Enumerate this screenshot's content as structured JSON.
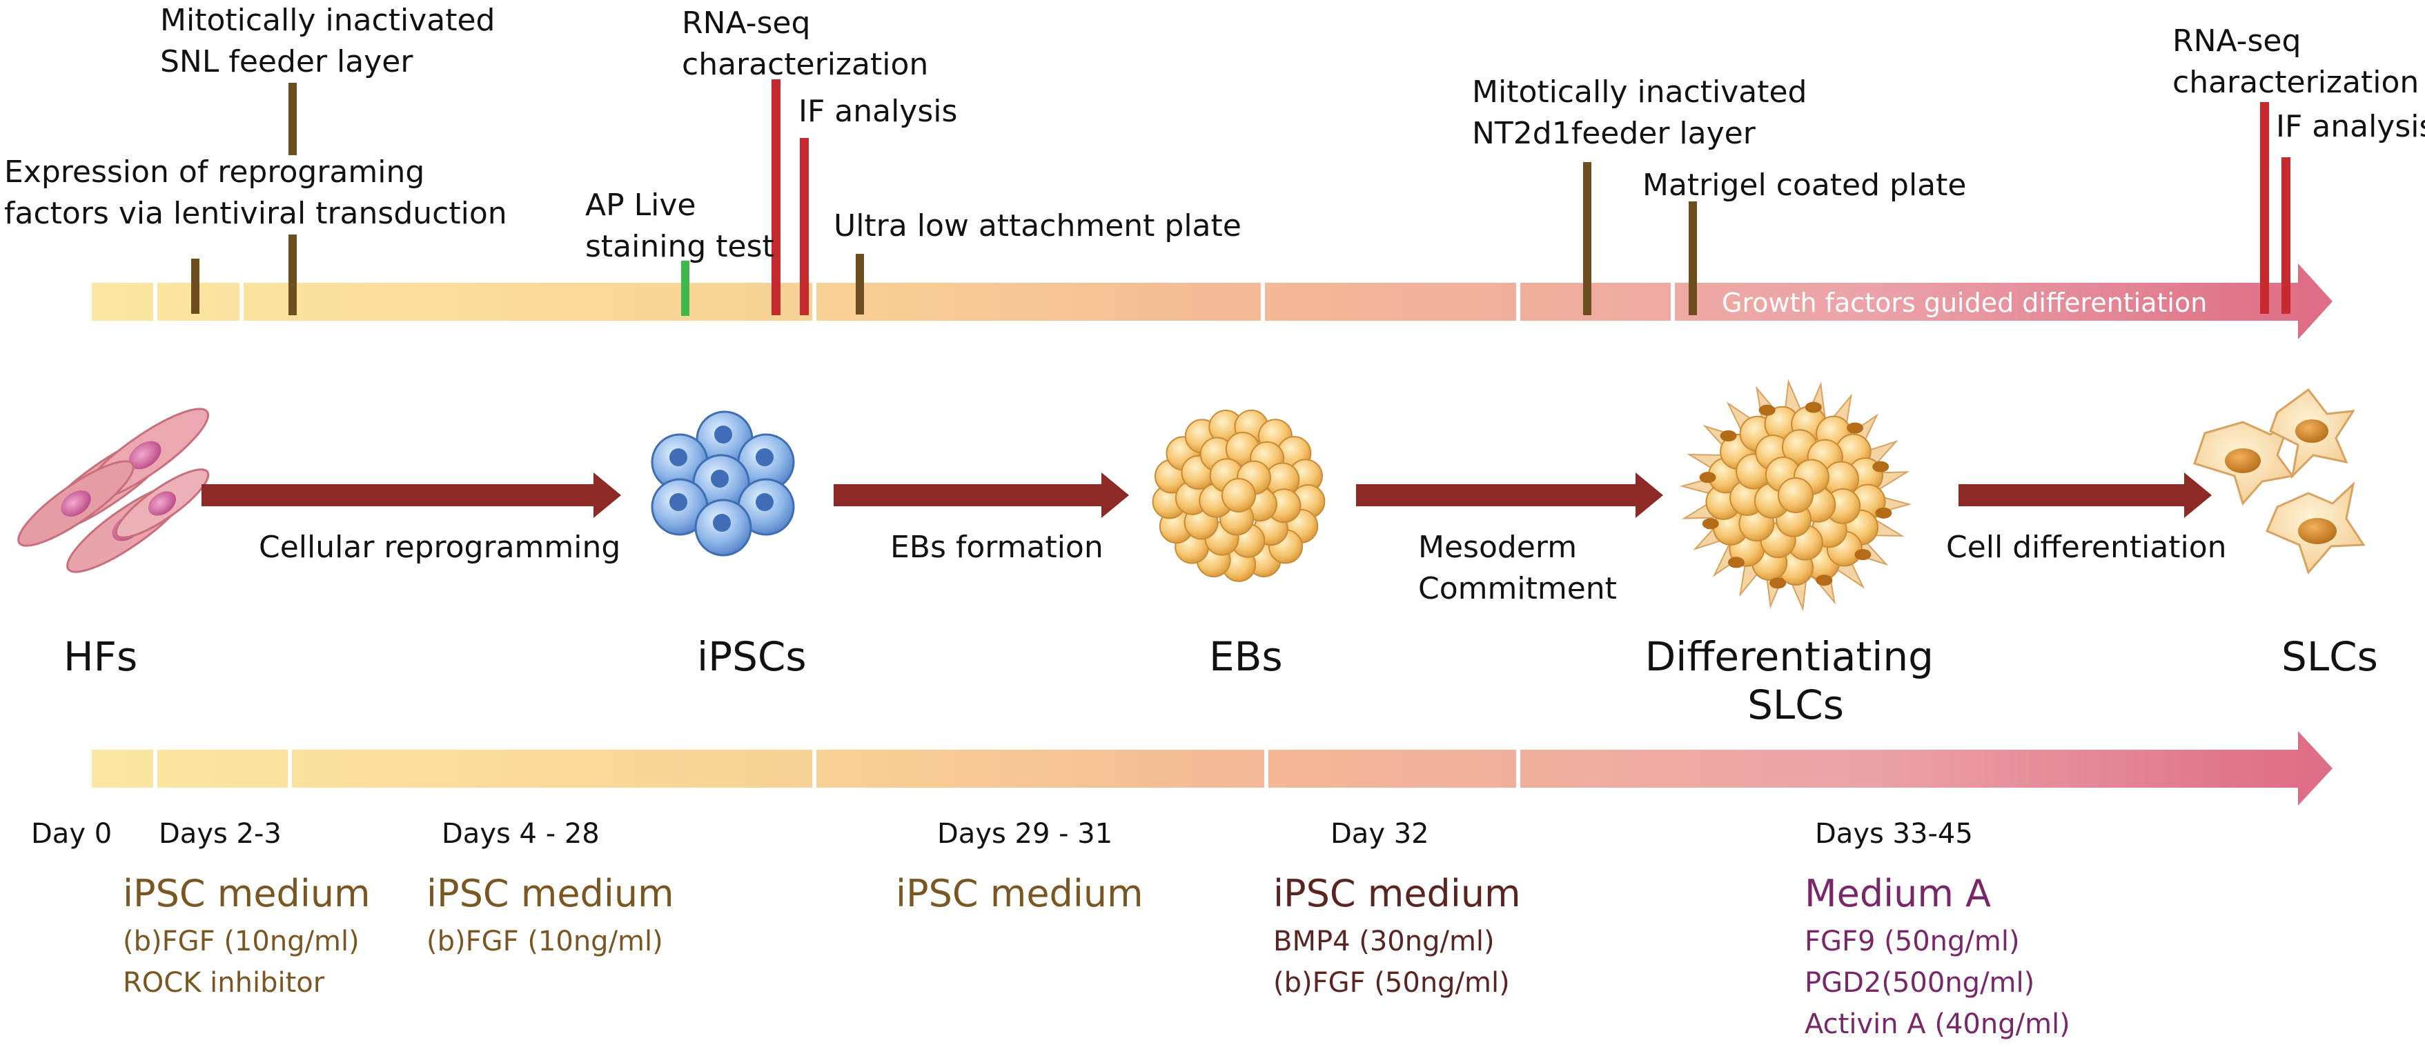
{
  "top_timeline": {
    "annotations": {
      "snl": [
        "Mitotically inactivated",
        "SNL feeder layer"
      ],
      "expression": [
        "Expression of reprograming",
        "factors via lentiviral transduction"
      ],
      "rnaseq1": [
        "RNA-seq",
        "characterization"
      ],
      "if1": "IF analysis",
      "ap": [
        "AP Live",
        "staining test"
      ],
      "ultralow": "Ultra low attachment plate",
      "nt2d1": [
        "Mitotically inactivated",
        "NT2d1feeder layer"
      ],
      "matrigel": "Matrigel coated plate",
      "rnaseq2": [
        "RNA-seq",
        "characterization"
      ],
      "if2": "IF analysis"
    },
    "arrow_label": "Growth factors guided differentiation"
  },
  "stages": {
    "hfs": "HFs",
    "ipscs": "iPSCs",
    "ebs": "EBs",
    "diff": [
      "Differentiating",
      "SLCs"
    ],
    "slcs": "SLCs"
  },
  "processes": {
    "reprogramming": "Cellular reprogramming",
    "ebs_formation": "EBs formation",
    "mesoderm": [
      "Mesoderm",
      "Commitment"
    ],
    "differentiation": "Cell differentiation"
  },
  "days": {
    "d0": "Day 0",
    "d2": "Days 2-3",
    "d4": "Days 4 - 28",
    "d29": "Days 29 - 31",
    "d32": "Day 32",
    "d33": "Days 33-45"
  },
  "media": {
    "m1": {
      "title": "iPSC medium",
      "items": [
        "(b)FGF (10ng/ml)",
        "ROCK inhibitor"
      ]
    },
    "m2": {
      "title": "iPSC medium",
      "items": [
        "(b)FGF (10ng/ml)"
      ]
    },
    "m3": {
      "title": "iPSC medium",
      "items": []
    },
    "m4": {
      "title": "iPSC medium",
      "items": [
        "BMP4 (30ng/ml)",
        "(b)FGF (50ng/ml)"
      ]
    },
    "m5": {
      "title": "Medium A",
      "items": [
        "FGF9 (50ng/ml)",
        "PGD2(500ng/ml)",
        "Activin A (40ng/ml)"
      ]
    }
  },
  "colors": {
    "bar_start": "#FBE7A2",
    "bar_mid": "#F5BF92",
    "bar_end": "#DE6E86",
    "process_arrow": "#8E2A26",
    "feeder_marker": "#6E4E1F",
    "analysis_marker": "#C62A2F",
    "ap_marker": "#3FB74A",
    "text": "#111111",
    "medium_brown": "#7A5623",
    "medium_dark": "#5A2420",
    "medium_purple": "#7A2769"
  }
}
